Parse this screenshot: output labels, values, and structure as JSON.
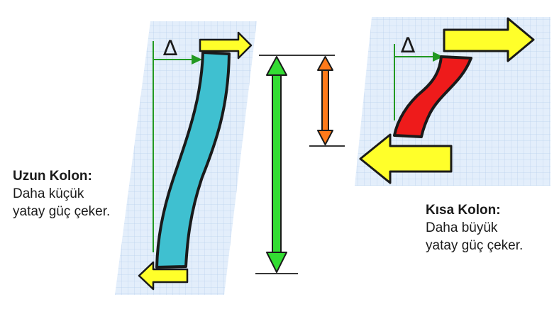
{
  "long_column": {
    "title": "Uzun Kolon:",
    "line1": "Daha küçük",
    "line2": "yatay güç çeker.",
    "delta_symbol": "∆"
  },
  "short_column": {
    "title": "Kısa Kolon:",
    "line1": "Daha büyük",
    "line2": "yatay güç çeker.",
    "delta_symbol": "∆"
  },
  "colors": {
    "grid_background": "#e3eefb",
    "grid_line": "#bcd3ee",
    "long_column_fill": "#3fc0d0",
    "short_column_fill": "#ee1b1b",
    "force_arrow": "#ffff2a",
    "long_height_arrow": "#33dd33",
    "short_height_arrow": "#ff7a1a",
    "displacement_line": "#229922"
  }
}
